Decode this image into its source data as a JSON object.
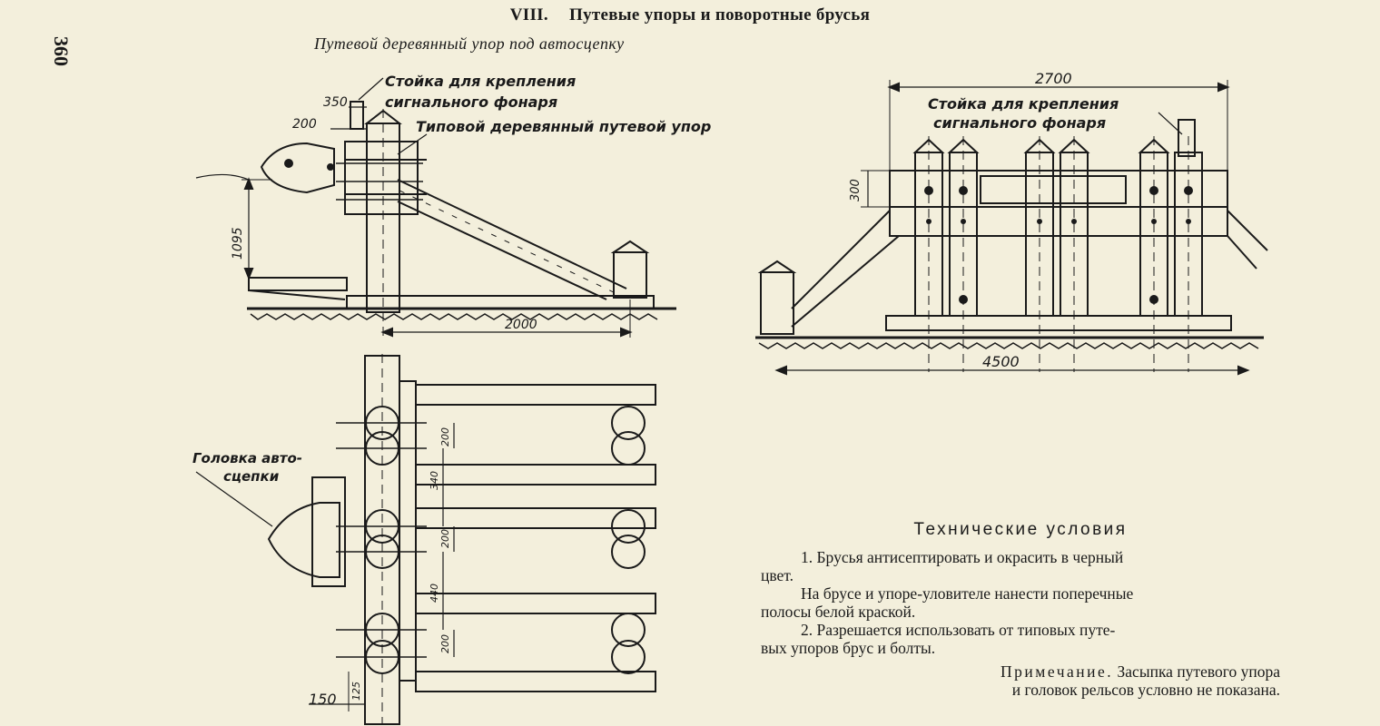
{
  "page": {
    "number": "360"
  },
  "header": {
    "section_num": "VIII.",
    "section_title": "Путевые упоры и поворотные брусья"
  },
  "figure": {
    "caption": "Путевой деревянный упор под автосцепку",
    "side_view": {
      "label_post_line1": "Стойка для крепления",
      "label_post_line2": "сигнального фонаря",
      "label_stop": "Типовой деревянный путевой упор",
      "dim_350": "350",
      "dim_200": "200",
      "dim_1095": "1095",
      "dim_2000": "2000"
    },
    "front_view": {
      "dim_2700": "2700",
      "label_post_line1": "Стойка для крепления",
      "label_post_line2": "сигнального фонаря",
      "dim_300": "300",
      "dim_4500": "4500"
    },
    "plan_view": {
      "label_head_line1": "Головка авто-",
      "label_head_line2": "сцепки",
      "dim_200_a": "200",
      "dim_340": "340",
      "dim_200_b": "200",
      "dim_440": "440",
      "dim_200_c": "200",
      "dim_125": "125",
      "dim_150": "150"
    }
  },
  "technical_conditions": {
    "title": "Технические условия",
    "item1_line1": "1. Брусья антисептировать и окрасить в черный",
    "item1_line2": "цвет.",
    "item1b_line1": "На брусе и упоре-уловителе нанести поперечные",
    "item1b_line2": "полосы белой краской.",
    "item2_line1": "2. Разрешается использовать от типовых путе-",
    "item2_line2": "вых упоров брус и болты.",
    "note_label": "Примечание.",
    "note_text_line1": "Засыпка путевого упора",
    "note_text_line2": "и головок рельсов условно не показана."
  }
}
